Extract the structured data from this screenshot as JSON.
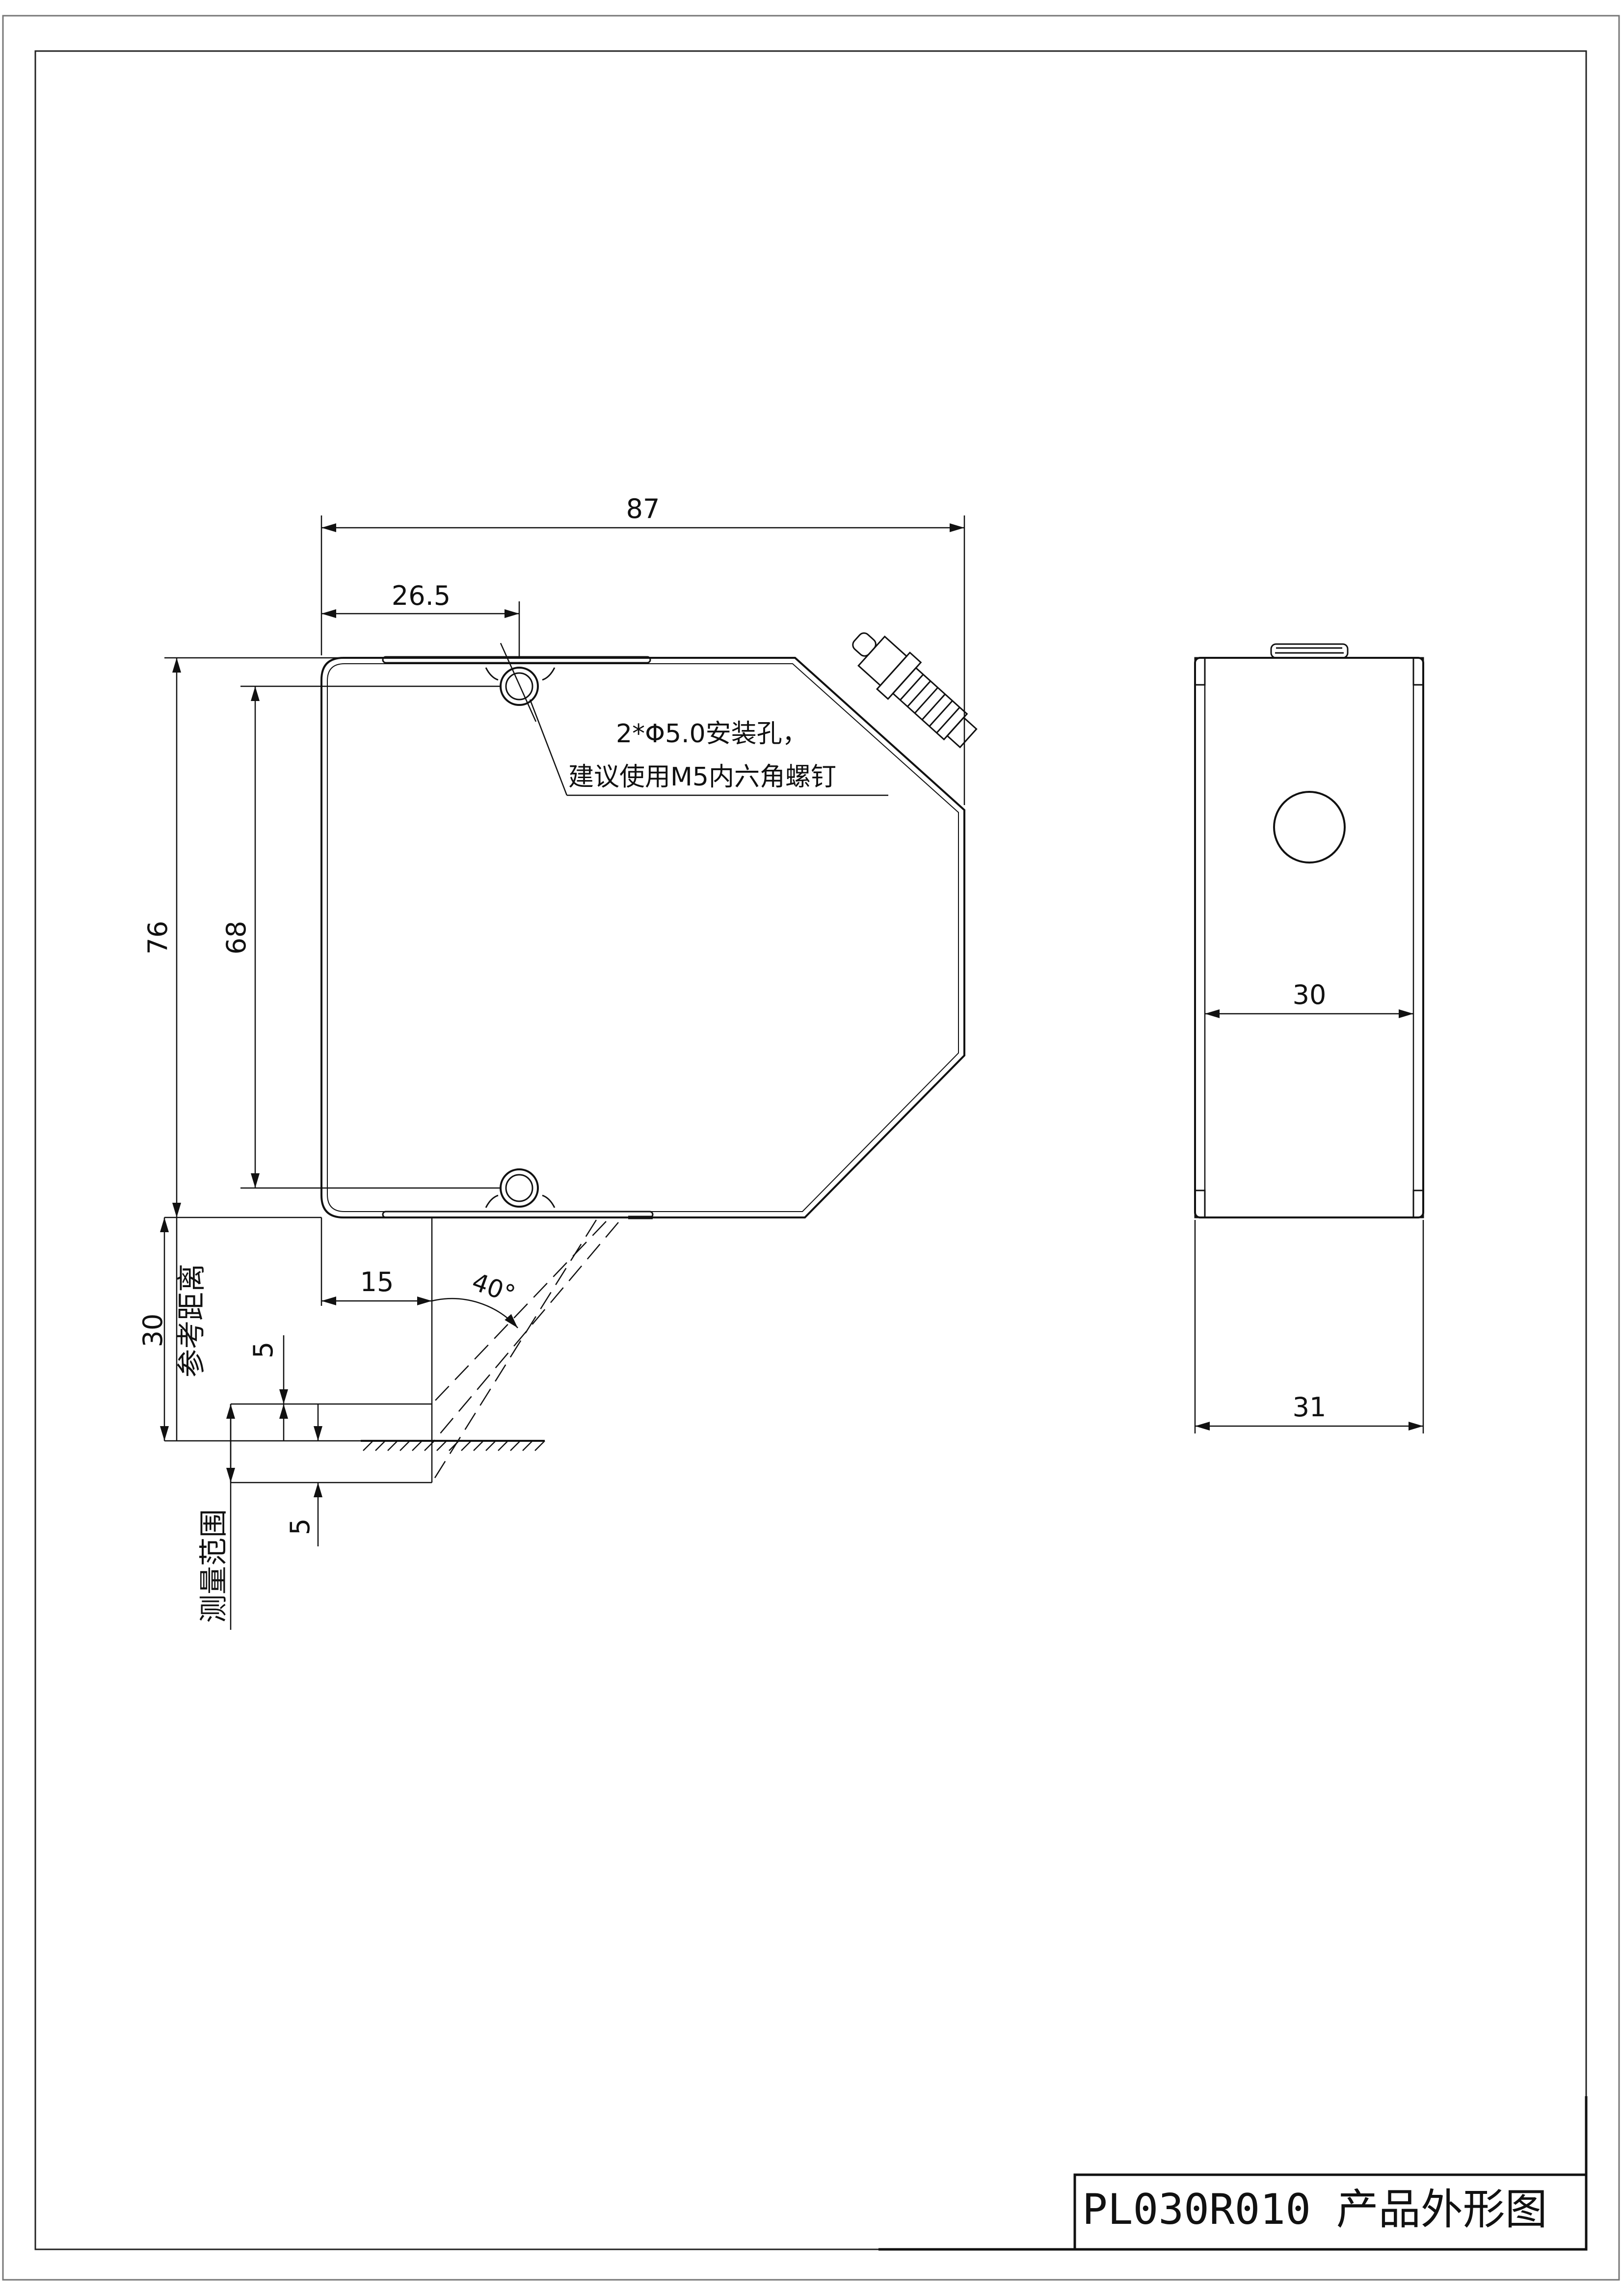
{
  "title_block": {
    "title": "PL030R010 产品外形图"
  },
  "front_view": {
    "dims": {
      "overall_width": "87",
      "hole_offset": "26.5",
      "overall_height": "76",
      "hole_spacing": "68",
      "beam_offset": "15",
      "beam_angle": "40°",
      "reference_distance": "30",
      "range_upper": "5",
      "range_lower": "5"
    },
    "labels": {
      "hole_note_line1": "2*Φ5.0安装孔，",
      "hole_note_line2": "建议使用M5内六角螺钉",
      "reference_distance_label": "参考距离",
      "measuring_range_label": "测量范围"
    }
  },
  "side_view": {
    "dims": {
      "inner_width": "30",
      "outer_width": "31"
    }
  }
}
